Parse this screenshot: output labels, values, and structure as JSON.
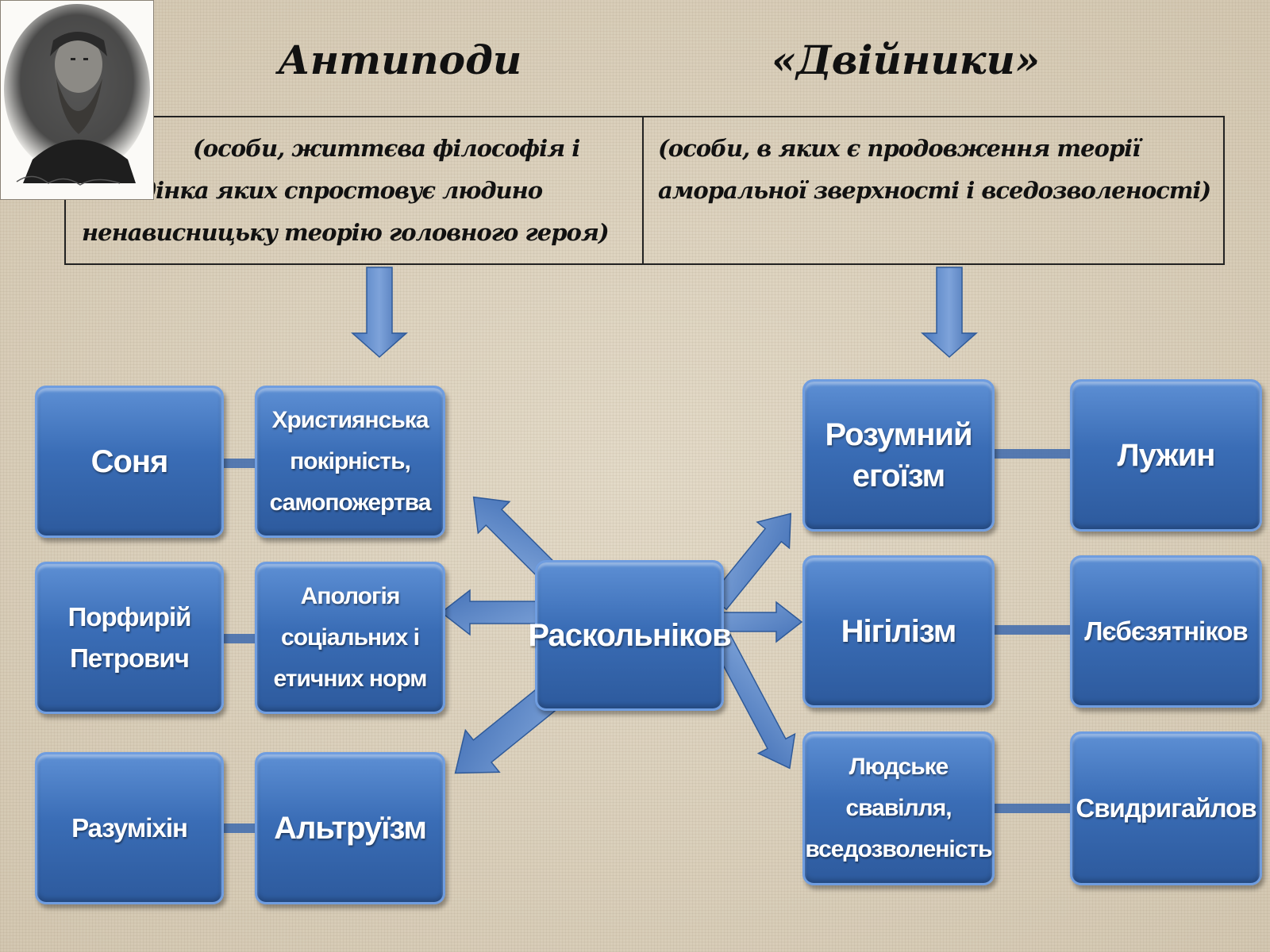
{
  "headings": {
    "antipodes": "Антиподи",
    "doubles": "«Двійники»"
  },
  "descriptions": {
    "antipodes": "(особи, життєва філософія і поведінка яких спростовує людино ненависницьку теорію головного героя)",
    "doubles": "(особи, в яких є продовження теорії аморальної зверхності і вседозволеності)"
  },
  "center": "Раскольніков",
  "antipodes": [
    {
      "character": "Соня",
      "idea": "Християнська\nпокірність,\nсамопожертва"
    },
    {
      "character": "Порфирій\nПетрович",
      "idea": "Апологія\nсоціальних і\nетичних норм"
    },
    {
      "character": "Разуміхін",
      "idea": "Альтруїзм"
    }
  ],
  "doubles": [
    {
      "idea": "Розумний\nегоїзм",
      "character": "Лужин"
    },
    {
      "idea": "Нігілізм",
      "character": "Лєбєзятніков"
    },
    {
      "idea": "Людське\nсвавілля,\nвседозволеність",
      "character": "Свидригайлов"
    }
  ],
  "colors": {
    "box_fill": "#3a6db6",
    "box_border": "#6f9de0",
    "background": "#ddd3c0"
  }
}
